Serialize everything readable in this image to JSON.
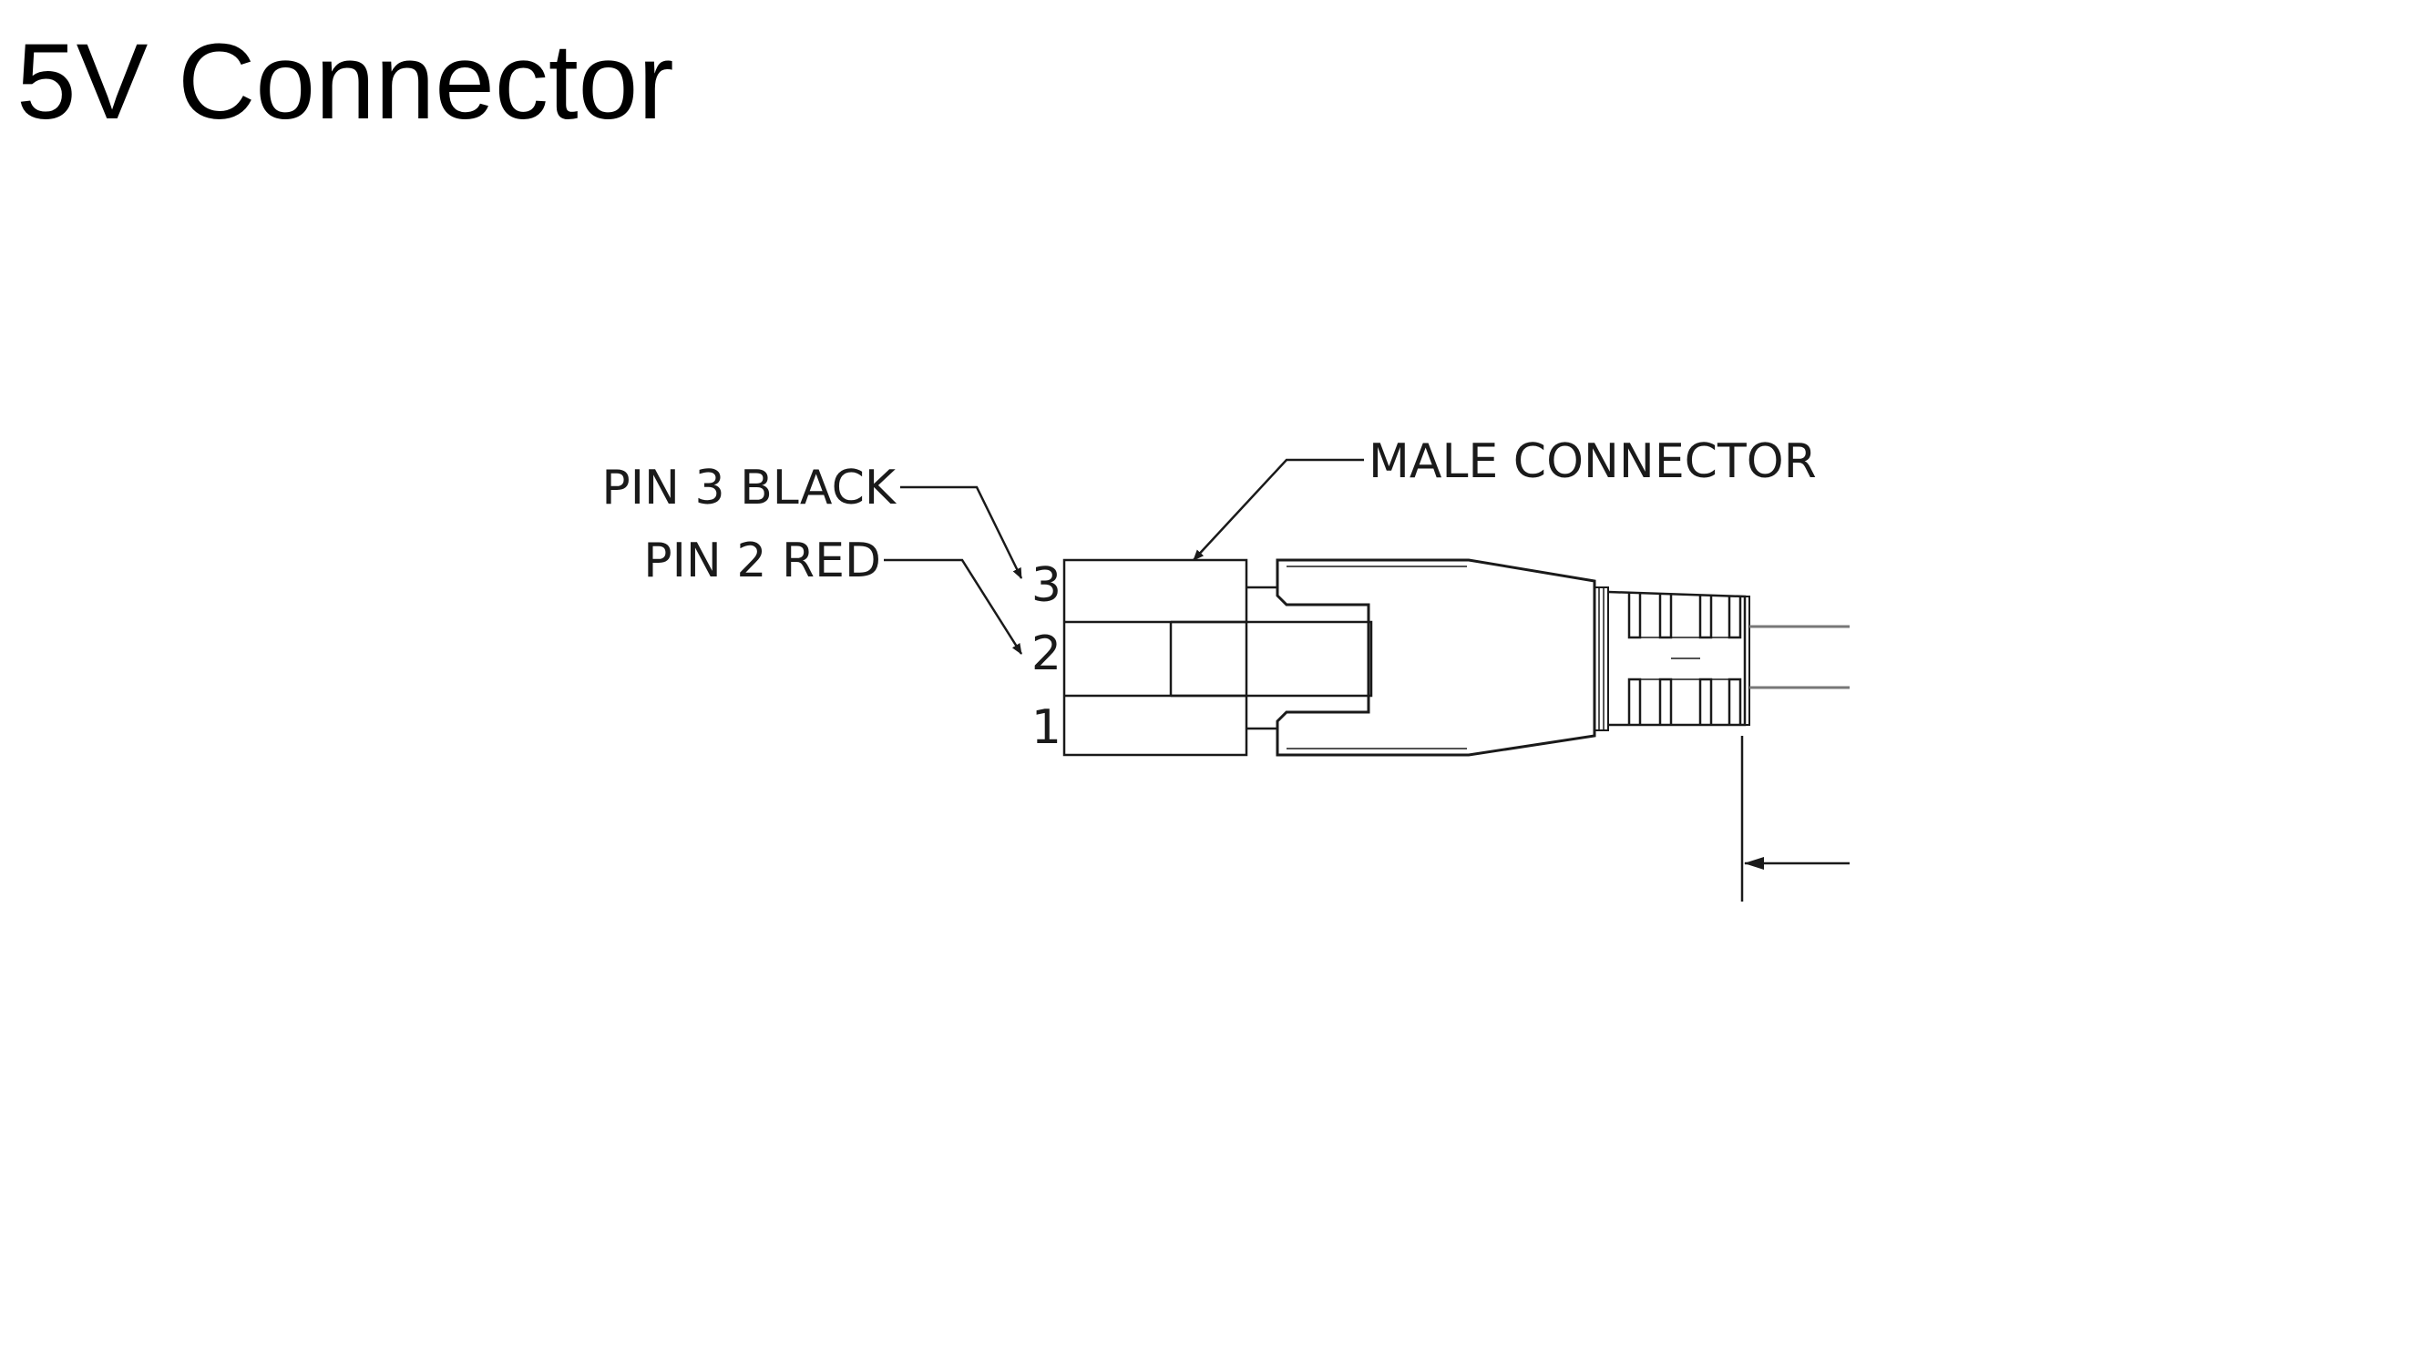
{
  "slide": {
    "title": "5V Connector"
  },
  "drawing": {
    "callouts": {
      "pin3": "PIN 3 BLACK",
      "pin2": "PIN 2 RED",
      "male": "MALE CONNECTOR"
    },
    "pin_numbers": [
      "3",
      "2",
      "1"
    ]
  }
}
